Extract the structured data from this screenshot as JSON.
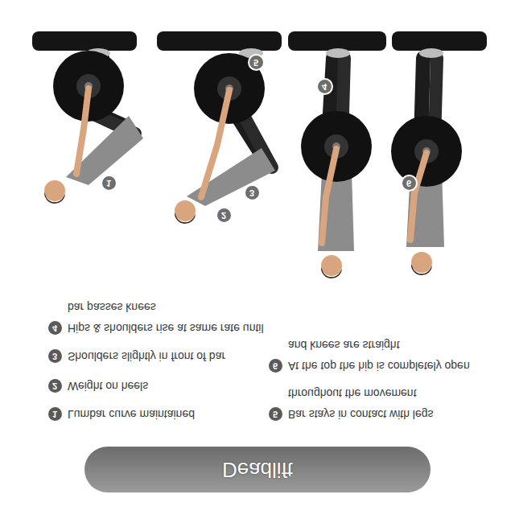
{
  "diagram": {
    "title": "Deadlift",
    "labels": [
      "1",
      "Lumbar curve maintained",
      "2",
      "Weight on heels",
      "3",
      "Shoulders slightly in front of bar",
      "4",
      "Hips & shoulders rise at same rate until bar passes knees",
      "5",
      "Bar stays in contact with legs throughout the movement",
      "6",
      "At the top the hip is completely open and knees are straight",
      "1",
      "2",
      "3",
      "5",
      "4",
      "6"
    ]
  }
}
